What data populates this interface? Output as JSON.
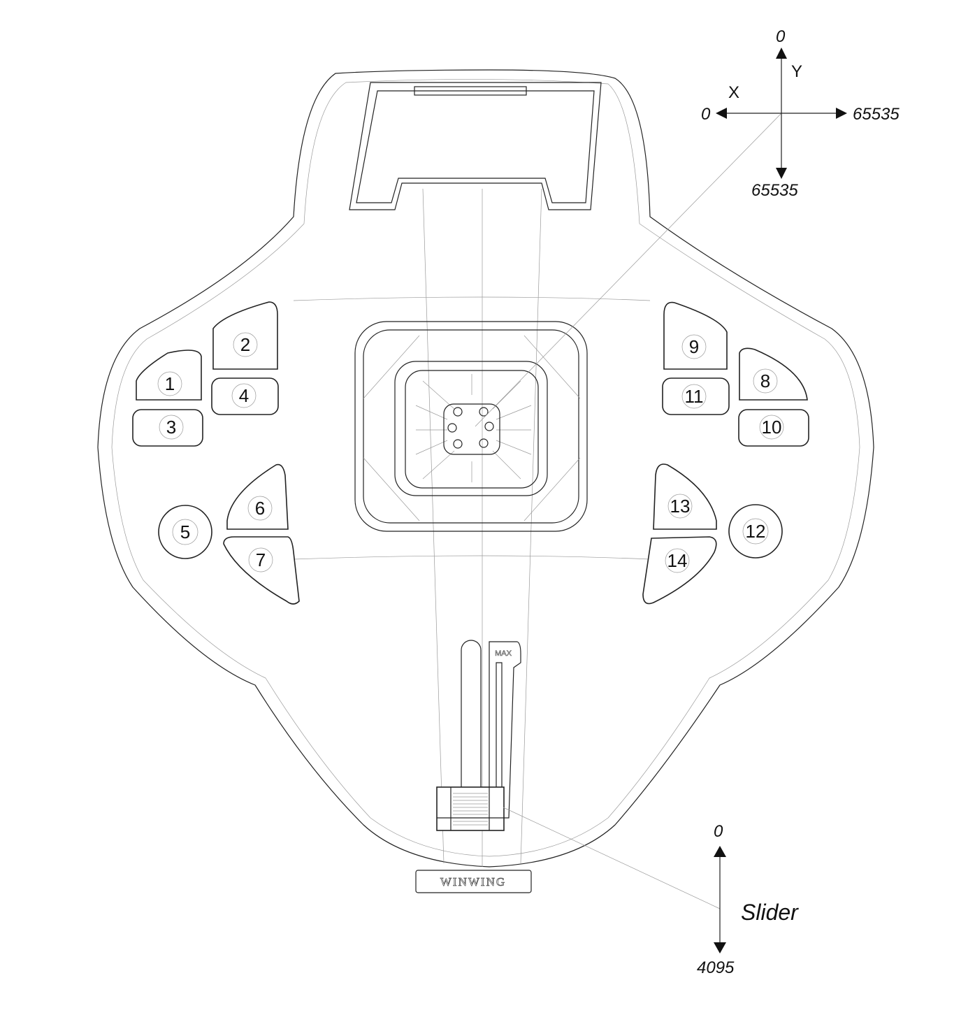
{
  "title": "WINWING controller axis and button map",
  "brand_logo": "WINWING",
  "slider_marking": "MAX",
  "xy_axes": {
    "x_label": "X",
    "y_label": "Y",
    "x_min": "0",
    "x_max": "65535",
    "y_min": "0",
    "y_max": "65535"
  },
  "slider_axis": {
    "label": "Slider",
    "min": "0",
    "max": "4095"
  },
  "buttons": [
    "1",
    "2",
    "3",
    "4",
    "5",
    "6",
    "7",
    "8",
    "9",
    "10",
    "11",
    "12",
    "13",
    "14"
  ]
}
